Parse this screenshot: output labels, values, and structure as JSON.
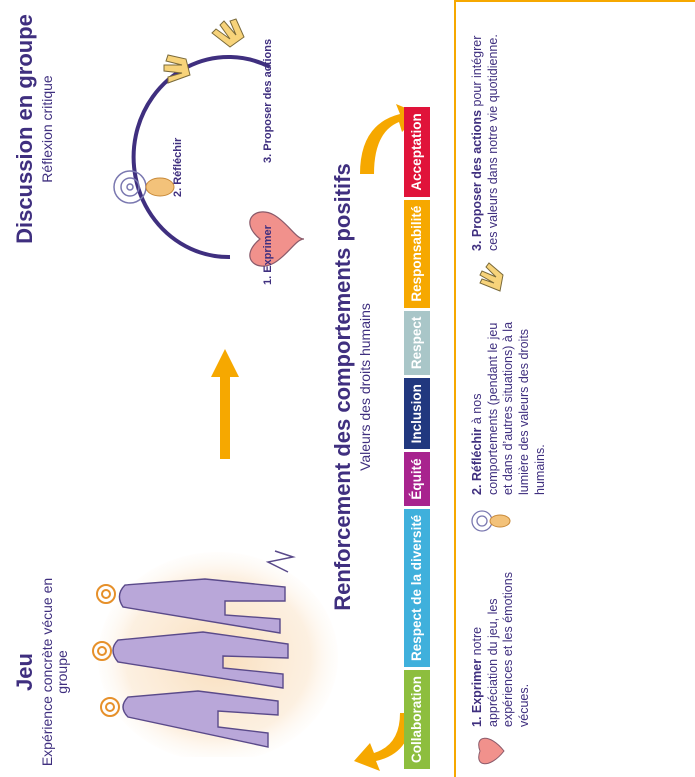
{
  "game": {
    "title": "Jeu",
    "subtitle": "Expérience concrète vécue en groupe"
  },
  "discussion": {
    "title": "Discussion en groupe",
    "subtitle": "Réflexion critique"
  },
  "cycle": {
    "express": "1. Exprimer",
    "reflect": "2. Réfléchir",
    "propose": "3. Proposer des actions"
  },
  "reinforcement": {
    "title": "Renforcement des comportements positifs",
    "subtitle": "Valeurs des droits humains"
  },
  "values": [
    {
      "label": "Collaboration",
      "color": "#8dbe3e"
    },
    {
      "label": "Respect de la diversité",
      "color": "#3fb0dc"
    },
    {
      "label": "Équité",
      "color": "#a8238e"
    },
    {
      "label": "Inclusion",
      "color": "#21387f"
    },
    {
      "label": "Respect",
      "color": "#a9c6c8"
    },
    {
      "label": "Responsabilité",
      "color": "#f6a800"
    },
    {
      "label": "Acceptation",
      "color": "#e0133a"
    }
  ],
  "steps": [
    {
      "bold": "1. Exprimer",
      "text": " notre appréciation du jeu, les expériences et les émotions vécues."
    },
    {
      "bold": "2. Réfléchir",
      "text": " à nos comportements (pendant le jeu et dans d’autres situations) à la lumière des valeurs des droits humains."
    },
    {
      "bold": "3. Proposer des actions",
      "text": " pour intégrer ces valeurs dans notre vie quotidienne."
    }
  ],
  "colors": {
    "title": "#3f2f7f",
    "arrow": "#f6a800",
    "border": "#f6a800"
  }
}
